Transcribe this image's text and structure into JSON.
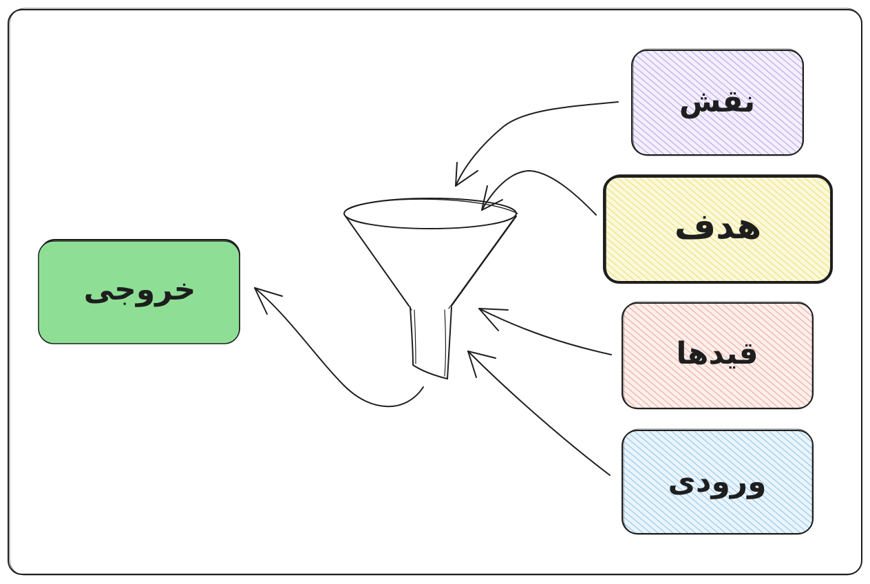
{
  "diagram": {
    "inputs": [
      {
        "id": "role",
        "label": "نقش",
        "color": "#b9a3ec"
      },
      {
        "id": "goal",
        "label": "هدف",
        "color": "#ede373"
      },
      {
        "id": "constraints",
        "label": "قیدها",
        "color": "#f0a79a"
      },
      {
        "id": "input",
        "label": "ورودی",
        "color": "#8fc6ec"
      }
    ],
    "output": {
      "id": "output",
      "label": "خروجی",
      "color": "#8edf95"
    },
    "center_icon": "funnel-icon"
  }
}
